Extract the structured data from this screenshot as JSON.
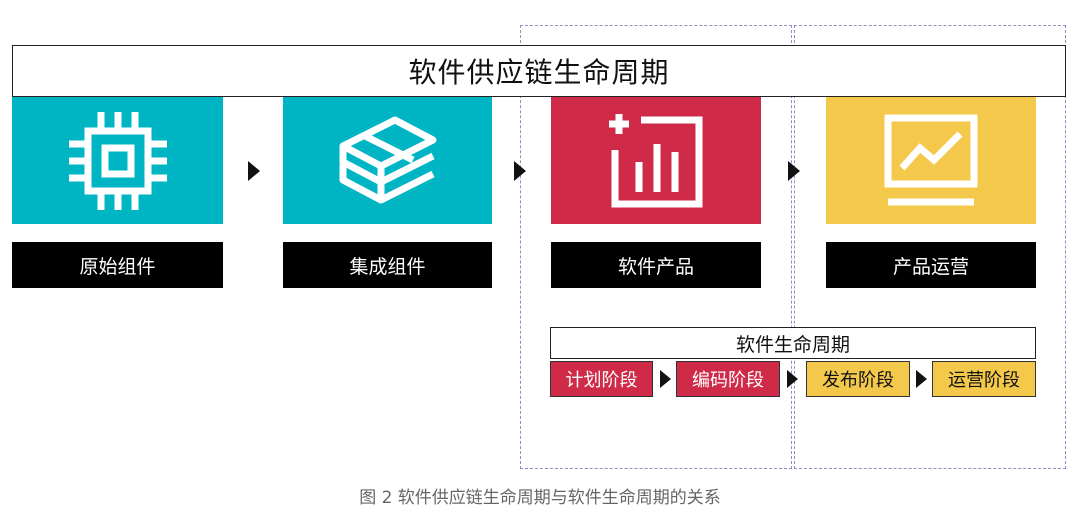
{
  "title": "软件供应链生命周期",
  "colors": {
    "teal": "#00b5c3",
    "crimson": "#cf2a47",
    "gold": "#f3c84b",
    "dashed_border": "#8e8fc6"
  },
  "stages": [
    {
      "label": "原始组件",
      "icon": "chip-icon"
    },
    {
      "label": "集成组件",
      "icon": "stacked-layers-icon"
    },
    {
      "label": "软件产品",
      "icon": "bar-chart-icon"
    },
    {
      "label": "产品运营",
      "icon": "line-chart-monitor-icon"
    }
  ],
  "lifecycle": {
    "title": "软件生命周期",
    "phases": [
      "计划阶段",
      "编码阶段",
      "发布阶段",
      "运营阶段"
    ]
  },
  "caption": "图 2 软件供应链生命周期与软件生命周期的关系"
}
